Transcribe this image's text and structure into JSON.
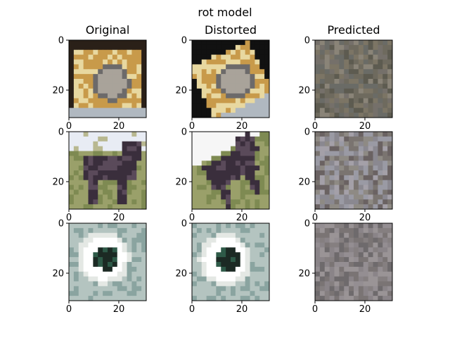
{
  "chart_data": {
    "type": "image_grid",
    "title": "rot model",
    "columns": [
      "Original",
      "Distorted",
      "Predicted"
    ],
    "rows": 3,
    "axes": {
      "xticks": [
        0,
        20
      ],
      "yticks": [
        0,
        20
      ],
      "xlim": [
        0,
        31
      ],
      "ylim": [
        31,
        0
      ]
    },
    "images": [
      [
        {
          "subject": "frog",
          "palette": [
            "#2a2018",
            "#c89a4a",
            "#e8d8a0",
            "#a9a39a",
            "#6c6a6a",
            "#b0b8c0"
          ]
        },
        {
          "subject": "frog rotated",
          "palette": [
            "#111111",
            "#c89a4a",
            "#e8d8a0",
            "#a9a39a",
            "#6c6a6a",
            "#b0b8c0"
          ]
        },
        {
          "subject": "blurred prediction",
          "palette": [
            "#6e6a5e",
            "#7c7565",
            "#5d5b50",
            "#8a8478",
            "#6a6b66",
            "#75706a"
          ]
        }
      ],
      [
        {
          "subject": "horse",
          "palette": [
            "#e8ecf4",
            "#9aa06a",
            "#7e8a52",
            "#3a2e3c",
            "#5a4a5a",
            "#b8b890"
          ]
        },
        {
          "subject": "horse rotated",
          "palette": [
            "#f6f6f6",
            "#9aa06a",
            "#7e8a52",
            "#3a2e3c",
            "#5a4a5a",
            "#b8b890"
          ]
        },
        {
          "subject": "blurred prediction",
          "palette": [
            "#8a8890",
            "#7a7470",
            "#9a9aa4",
            "#6a6262",
            "#8e8a84",
            "#a4a0a8"
          ]
        }
      ],
      [
        {
          "subject": "bird head",
          "palette": [
            "#b4c4c0",
            "#e4e8e4",
            "#1c2a24",
            "#2e5a48",
            "#ffffff",
            "#8aa4a0"
          ]
        },
        {
          "subject": "bird head rotated",
          "palette": [
            "#b4c4c0",
            "#e4e8e4",
            "#1c2a24",
            "#2e5a48",
            "#ffffff",
            "#8aa4a0"
          ]
        },
        {
          "subject": "blurred prediction",
          "palette": [
            "#8a8488",
            "#7a7474",
            "#948e92",
            "#6e6a6c",
            "#857f80",
            "#9a9496"
          ]
        }
      ]
    ]
  }
}
